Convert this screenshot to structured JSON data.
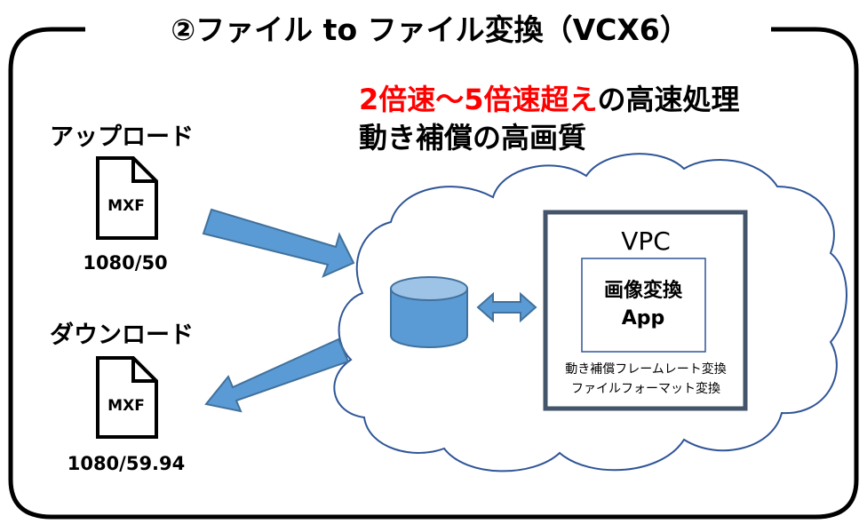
{
  "title": "②ファイル to ファイル変換（VCX6）",
  "headline": {
    "highlight": "2倍速〜5倍速超え",
    "rest": "の高速処理",
    "line2": "動き補償の高画質"
  },
  "upload": {
    "label": "アップロード",
    "file_format": "MXF",
    "spec": "1080/50"
  },
  "download": {
    "label": "ダウンロード",
    "file_format": "MXF",
    "spec": "1080/59.94"
  },
  "vpc": {
    "label": "VPC",
    "app_line1": "画像変換",
    "app_line2": "App",
    "feature1": "動き補償フレームレート変換",
    "feature2": "ファイルフォーマット変換"
  },
  "colors": {
    "highlight": "#ff0000",
    "arrow_fill": "#5b9bd5",
    "arrow_stroke": "#41719c",
    "cylinder_body": "#5b9bd5",
    "cylinder_top": "#9dc3e6",
    "vpc_border": "#44546a",
    "app_border": "#2f5597",
    "cloud_stroke": "#2f5597"
  }
}
